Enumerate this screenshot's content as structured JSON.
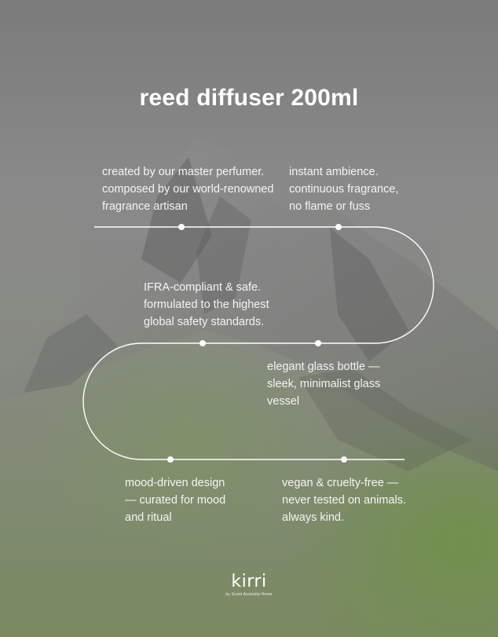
{
  "title": "reed diffuser 200ml",
  "features": [
    {
      "text": "created by our master perfumer.\ncomposed by our world-renowned\nfragrance artisan"
    },
    {
      "text": "instant ambience.\ncontinuous fragrance,\nno flame or fuss"
    },
    {
      "text": "IFRA-compliant & safe.\nformulated to the highest\nglobal safety standards."
    },
    {
      "text": "elegant glass bottle —\nsleek, minimalist glass\nvessel"
    },
    {
      "text": "mood-driven design\n— curated for mood\nand ritual"
    },
    {
      "text": "vegan & cruelty-free —\nnever tested on animals.\nalways kind."
    }
  ],
  "brand": {
    "name": "kirri",
    "tagline": "by Scent Australia Home"
  },
  "colors": {
    "text": "#ffffff",
    "line": "#ffffff",
    "accent_green": "#7a8a60"
  }
}
